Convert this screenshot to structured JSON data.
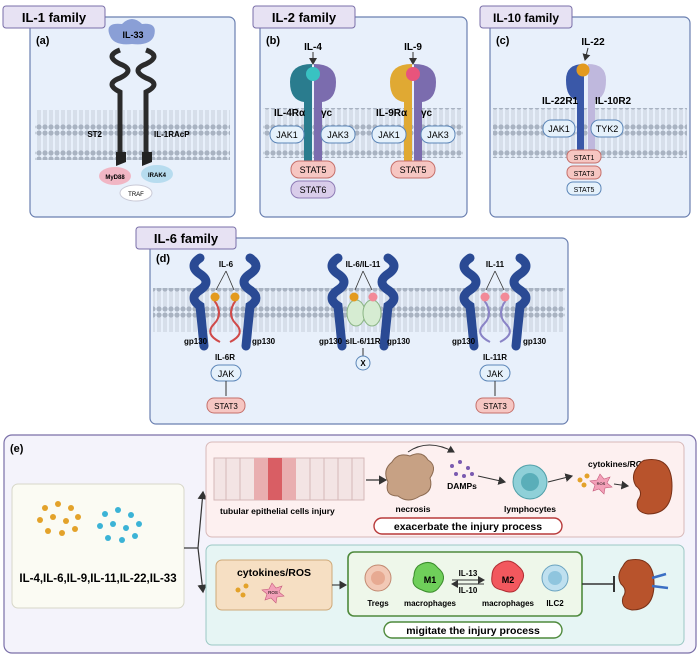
{
  "families": {
    "il1": {
      "title": "IL-1 family",
      "panel": "(a)",
      "ligand": "IL-33",
      "receptor_left": "ST2",
      "receptor_right": "IL-1RAcP",
      "adaptors": [
        "MyD88",
        "IRAK4",
        "TRAF"
      ]
    },
    "il2": {
      "title": "IL-2 family",
      "panel": "(b)",
      "ligand1": "IL-4",
      "ligand2": "IL-9",
      "r1_alpha": "IL-4Rα",
      "r1_gamma": "γc",
      "r2_alpha": "IL-9Rα",
      "r2_gamma": "γc",
      "jak1": "JAK1",
      "jak3": "JAK3",
      "stat5": "STAT5",
      "stat6": "STAT6"
    },
    "il10": {
      "title": "IL-10 family",
      "panel": "(c)",
      "ligand": "IL-22",
      "r_left": "IL-22R1",
      "r_right": "IL-10R2",
      "jak1": "JAK1",
      "tyk2": "TYK2",
      "stats": [
        "STAT1",
        "STAT3",
        "STAT5"
      ]
    },
    "il6": {
      "title": "IL-6 family",
      "panel": "(d)",
      "ligand1": "IL-6",
      "ligand_mid": "IL-6/IL-11",
      "ligand2": "IL-11",
      "gp130": "gp130",
      "r1": "IL-6R",
      "r_mid": "sIL-6/11R",
      "r2": "IL-11R",
      "jak": "JAK",
      "stat3": "STAT3",
      "x": "X"
    }
  },
  "panel_e": {
    "label": "(e)",
    "cytokine_list": "IL-4,IL-6,IL-9,IL-11,IL-22,IL-33",
    "top": {
      "tubular": "tubular epithelial cells injury",
      "necrosis": "necrosis",
      "damps": "DAMPs",
      "lymphocytes": "lymphocytes",
      "cytokines": "cytokines/ROS",
      "ros": "ROS",
      "banner": "exacerbate the injury process"
    },
    "bottom": {
      "cytokines": "cytokines/ROS",
      "ros": "ROS",
      "tregs": "Tregs",
      "m1": "M1",
      "m2": "M2",
      "il13": "IL-13",
      "il10": "IL-10",
      "macrophages_1": "macrophages",
      "macrophages_2": "macrophages",
      "ilc2": "ILC2",
      "banner": "migitate the injury process"
    }
  },
  "colors": {
    "panel_fill": "#e8f0fb",
    "panel_border": "#6a7fb0",
    "title_fill": "#e7e2f3",
    "receptor_blue": "#2f4f8f",
    "top_fill": "#fdf0f0",
    "bottom_fill": "#e6f5f4",
    "green_border": "#4f8a3c"
  }
}
